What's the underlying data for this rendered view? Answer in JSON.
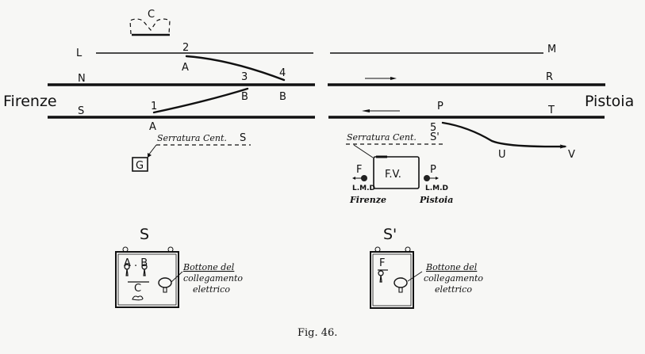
{
  "stations": {
    "left": "Firenze",
    "right": "Pistoia"
  },
  "tracks": {
    "L": "L",
    "M": "M",
    "N": "N",
    "R": "R",
    "S": "S",
    "T": "T",
    "P": "P",
    "U": "U",
    "V": "V"
  },
  "switches": {
    "n1": "1",
    "n2": "2",
    "n3": "3",
    "n4": "4",
    "n5": "5",
    "a_upper": "A",
    "a_lower": "A",
    "b_mid": "B",
    "b_right": "B"
  },
  "signal_c": "C",
  "lock_left": {
    "label": "Serratura Cent.",
    "letter": "S",
    "box": "G"
  },
  "lock_right": {
    "label": "Serratura Cent.",
    "letter": "S'",
    "box": "F.V."
  },
  "fv_left": {
    "letter": "F",
    "code": "L.M.D",
    "city": "Firenze"
  },
  "fv_right": {
    "letter": "P",
    "code": "L.M.D",
    "city": "Pistoia"
  },
  "panel_s": {
    "title": "S",
    "keys_top": "A . B",
    "key_bottom": "C"
  },
  "panel_s2": {
    "title": "S'",
    "key": "F"
  },
  "button_label": {
    "line1": "Bottone del",
    "line2": "collegamento",
    "line3": "elettrico"
  },
  "caption": "Fig. 46."
}
